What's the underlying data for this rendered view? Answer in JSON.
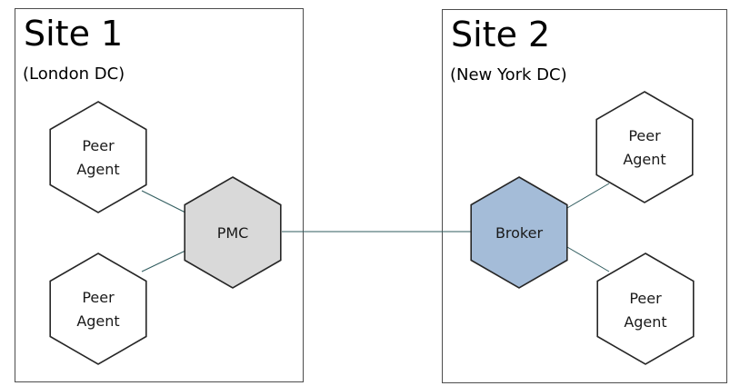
{
  "sites": [
    {
      "title": "Site 1",
      "subtitle": "(London DC)"
    },
    {
      "title": "Site 2",
      "subtitle": "(New York DC)"
    }
  ],
  "nodes": {
    "peer1": {
      "lines": [
        "Peer",
        "Agent"
      ]
    },
    "peer2": {
      "lines": [
        "Peer",
        "Agent"
      ]
    },
    "pmc": {
      "lines": [
        "PMC"
      ],
      "fill": "#d9d9d9"
    },
    "broker": {
      "lines": [
        "Broker"
      ],
      "fill": "#a4bcd8"
    },
    "peer3": {
      "lines": [
        "Peer",
        "Agent"
      ]
    },
    "peer4": {
      "lines": [
        "Peer",
        "Agent"
      ]
    }
  },
  "colors": {
    "link": "#2f5b5e",
    "hex_stroke": "#262626",
    "peer_fill": "#ffffff"
  }
}
